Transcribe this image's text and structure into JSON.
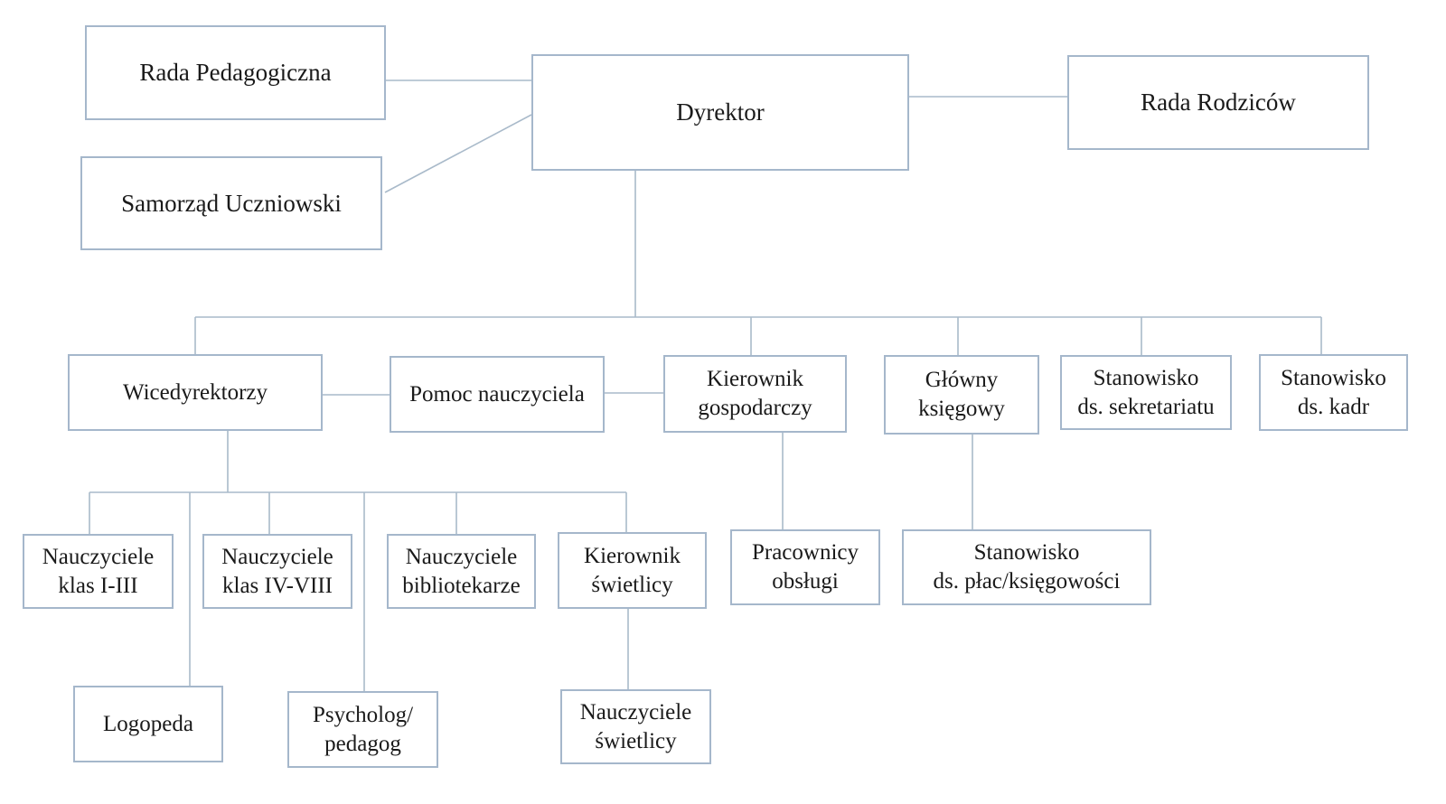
{
  "colors": {
    "background": "#ffffff",
    "box_border": "#a5b7cb",
    "connector_line": "#a9baca",
    "text": "#1a1a1a"
  },
  "nodes": {
    "rada_pedagogiczna": {
      "label": "Rada Pedagogiczna"
    },
    "samorzad_uczniowski": {
      "label": "Samorząd Uczniowski"
    },
    "dyrektor": {
      "label": "Dyrektor"
    },
    "rada_rodzicow": {
      "label": "Rada Rodziców"
    },
    "wicedyrektorzy": {
      "label": "Wicedyrektorzy"
    },
    "pomoc_nauczyciela": {
      "label": "Pomoc nauczyciela"
    },
    "kierownik_gospodarczy": {
      "label": "Kierownik\ngospodarczy"
    },
    "glowny_ksiegowy": {
      "label": "Główny\nksięgowy"
    },
    "stanowisko_sekretariatu": {
      "label": "Stanowisko\nds. sekretariatu"
    },
    "stanowisko_kadr": {
      "label": "Stanowisko\nds. kadr"
    },
    "nauczyciele_klas_1_3": {
      "label": "Nauczyciele\nklas I-III"
    },
    "nauczyciele_klas_4_8": {
      "label": "Nauczyciele\nklas IV-VIII"
    },
    "nauczyciele_bibliotekarze": {
      "label": "Nauczyciele\nbibliotekarze"
    },
    "kierownik_swietlicy": {
      "label": "Kierownik\nświetlicy"
    },
    "pracownicy_obslugi": {
      "label": "Pracownicy\nobsługi"
    },
    "stanowisko_plac_ksiegowosci": {
      "label": "Stanowisko\nds. płac/księgowości"
    },
    "logopeda": {
      "label": "Logopeda"
    },
    "psycholog_pedagog": {
      "label": "Psycholog/\npedagog"
    },
    "nauczyciele_swietlicy": {
      "label": "Nauczyciele\nświetlicy"
    }
  },
  "edges": [
    {
      "from": "rada_pedagogiczna",
      "to": "dyrektor"
    },
    {
      "from": "samorzad_uczniowski",
      "to": "dyrektor"
    },
    {
      "from": "dyrektor",
      "to": "rada_rodzicow"
    },
    {
      "from": "dyrektor",
      "to": "wicedyrektorzy"
    },
    {
      "from": "dyrektor",
      "to": "kierownik_gospodarczy"
    },
    {
      "from": "dyrektor",
      "to": "glowny_ksiegowy"
    },
    {
      "from": "dyrektor",
      "to": "stanowisko_sekretariatu"
    },
    {
      "from": "dyrektor",
      "to": "stanowisko_kadr"
    },
    {
      "from": "wicedyrektorzy",
      "to": "pomoc_nauczyciela"
    },
    {
      "from": "pomoc_nauczyciela",
      "to": "kierownik_gospodarczy"
    },
    {
      "from": "wicedyrektorzy",
      "to": "nauczyciele_klas_1_3"
    },
    {
      "from": "wicedyrektorzy",
      "to": "nauczyciele_klas_4_8"
    },
    {
      "from": "wicedyrektorzy",
      "to": "nauczyciele_bibliotekarze"
    },
    {
      "from": "wicedyrektorzy",
      "to": "kierownik_swietlicy"
    },
    {
      "from": "wicedyrektorzy",
      "to": "logopeda"
    },
    {
      "from": "wicedyrektorzy",
      "to": "psycholog_pedagog"
    },
    {
      "from": "kierownik_gospodarczy",
      "to": "pracownicy_obslugi"
    },
    {
      "from": "glowny_ksiegowy",
      "to": "stanowisko_plac_ksiegowosci"
    },
    {
      "from": "kierownik_swietlicy",
      "to": "nauczyciele_swietlicy"
    }
  ]
}
